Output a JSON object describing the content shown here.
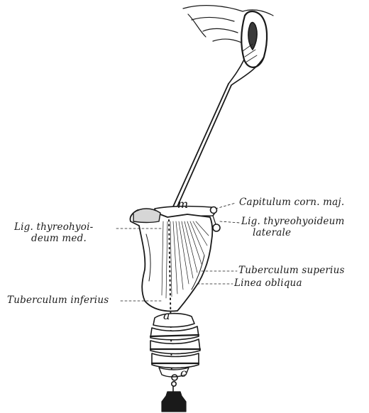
{
  "figure": {
    "labels": {
      "capitulum": "Capitulum corn. maj.",
      "lig_lateral_1": "Lig. thyreohyoideum",
      "lig_lateral_2": "laterale",
      "lig_med_1": "Lig. thyreohyoi-",
      "lig_med_2": "deum med.",
      "tub_sup": "Tuberculum superius",
      "linea": "Linea obliqua",
      "tub_inf": "Tuberculum inferius"
    },
    "marks": {
      "m": "m",
      "a": "a",
      "c": "c"
    },
    "ink_color": "#1a1a1a"
  }
}
